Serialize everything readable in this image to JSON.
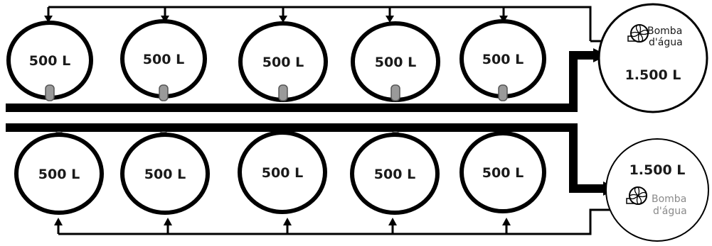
{
  "tanks": {
    "top": [
      "500 L",
      "500 L",
      "500 L",
      "500 L",
      "500 L"
    ],
    "bottom": [
      "500 L",
      "500 L",
      "500 L",
      "500 L",
      "500 L"
    ]
  },
  "top_reservoir": {
    "capacity": "1.500 L",
    "pump_line1": "Bomba",
    "pump_line2": "d'água"
  },
  "bottom_reservoir": {
    "capacity": "1.500 L",
    "pump_line1": "Bomba",
    "pump_line2": "d'água"
  },
  "colors": {
    "stroke": "#000000",
    "valve": "#9a9a9a",
    "bottom_pump_text": "#8a8a8a"
  }
}
